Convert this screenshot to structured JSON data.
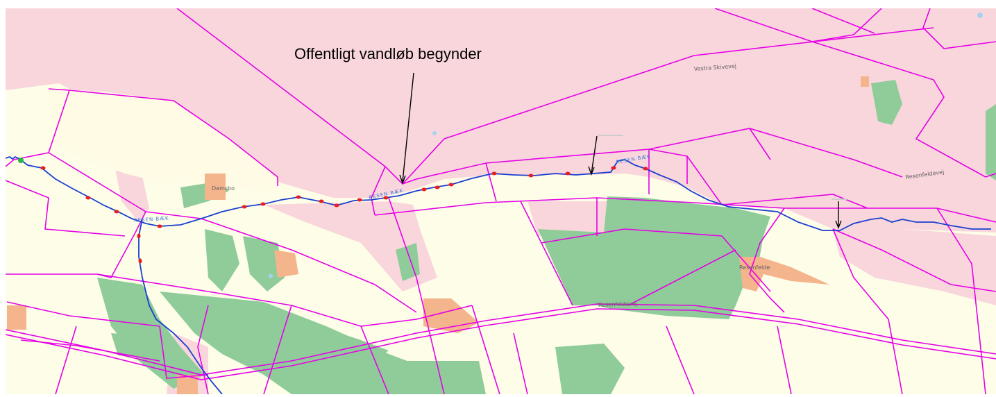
{
  "annotation": {
    "main_text": "Offentligt vandløb begynder"
  },
  "map_labels": {
    "vestra_skivevej": "Vestra Skivevej",
    "resenfeldevej": "Resenfeldevej",
    "damsbo": "Damsbo",
    "resenfelde": "Resenfelde",
    "resen_baek_1": "RESEN BÆK",
    "resen_baek_2": "RESEN BÆK",
    "resen_baek_3": "RESEN BÆK",
    "road_bottom": "Resenfeldevej"
  },
  "colors": {
    "frame": "#ffffff",
    "urban_pink": "#f9d6dc",
    "farmland": "#fdfde8",
    "forest": "#8fcc9a",
    "built_orange": "#f4b48c",
    "parcel_magenta": "#e600e6",
    "stream_blue": "#1a3fd0",
    "red_dot": "#e81e1e",
    "label_blue": "#3a78d8"
  }
}
